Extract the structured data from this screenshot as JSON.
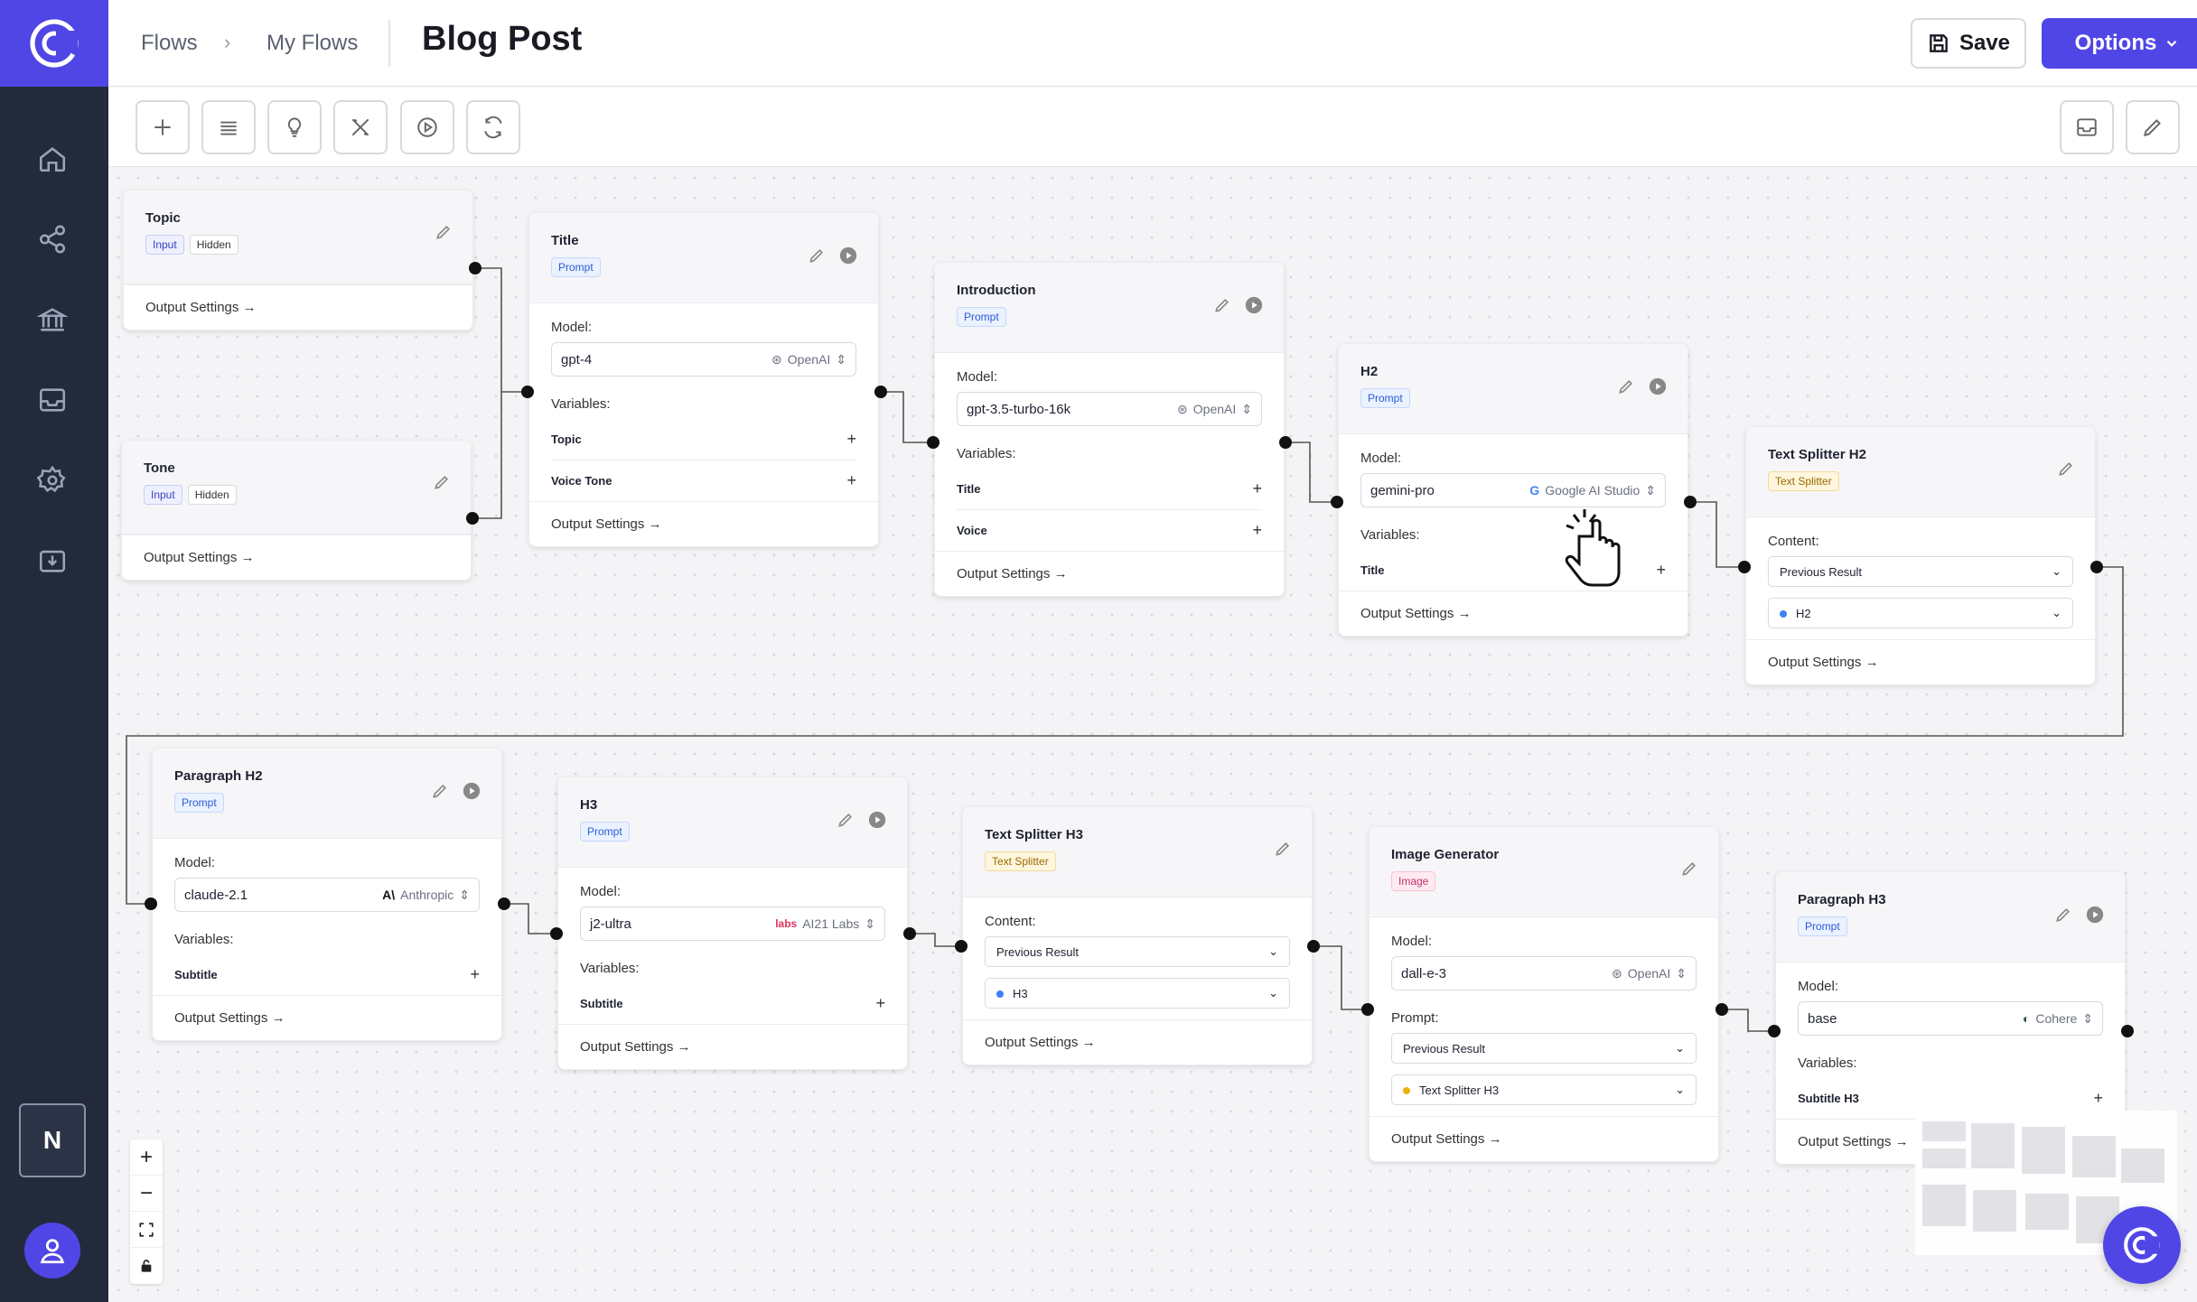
{
  "header": {
    "breadcrumb": [
      "Flows",
      "My Flows"
    ],
    "title": "Blog Post",
    "save_label": "Save",
    "options_label": "Options"
  },
  "sidebar": {
    "items": [
      "home-icon",
      "share-icon",
      "library-icon",
      "inbox-icon",
      "settings-icon",
      "import-icon"
    ],
    "workspace_initial": "N"
  },
  "toolbar": {
    "buttons": [
      "add-icon",
      "list-icon",
      "lightbulb-icon",
      "tools-icon",
      "run-icon",
      "refresh-icon"
    ],
    "right_buttons": [
      "inbox-icon",
      "pencil-icon"
    ]
  },
  "nodes": {
    "topic": {
      "title": "Topic",
      "tags": [
        "Input",
        "Hidden"
      ],
      "output": "Output Settings →"
    },
    "tone": {
      "title": "Tone",
      "tags": [
        "Input",
        "Hidden"
      ],
      "output": "Output Settings →"
    },
    "title_node": {
      "title": "Title",
      "tag": "Prompt",
      "model_label": "Model:",
      "model": "gpt-4",
      "provider": "OpenAI",
      "vars_label": "Variables:",
      "vars": [
        "Topic",
        "Voice Tone"
      ],
      "output": "Output Settings →"
    },
    "intro": {
      "title": "Introduction",
      "tag": "Prompt",
      "model_label": "Model:",
      "model": "gpt-3.5-turbo-16k",
      "provider": "OpenAI",
      "vars_label": "Variables:",
      "vars": [
        "Title",
        "Voice"
      ],
      "output": "Output Settings →"
    },
    "h2": {
      "title": "H2",
      "tag": "Prompt",
      "model_label": "Model:",
      "model": "gemini-pro",
      "provider": "Google AI Studio",
      "vars_label": "Variables:",
      "vars": [
        "Title"
      ],
      "output": "Output Settings →"
    },
    "splitter_h2": {
      "title": "Text Splitter H2",
      "tag": "Text Splitter",
      "content_label": "Content:",
      "dd1": "Previous Result",
      "dd2": "H2",
      "output": "Output Settings →"
    },
    "para_h2": {
      "title": "Paragraph H2",
      "tag": "Prompt",
      "model_label": "Model:",
      "model": "claude-2.1",
      "provider": "Anthropic",
      "vars_label": "Variables:",
      "vars": [
        "Subtitle"
      ],
      "output": "Output Settings →"
    },
    "h3": {
      "title": "H3",
      "tag": "Prompt",
      "model_label": "Model:",
      "model": "j2-ultra",
      "provider_logo": "labs",
      "provider": "AI21 Labs",
      "vars_label": "Variables:",
      "vars": [
        "Subtitle"
      ],
      "output": "Output Settings →"
    },
    "splitter_h3": {
      "title": "Text Splitter H3",
      "tag": "Text Splitter",
      "content_label": "Content:",
      "dd1": "Previous Result",
      "dd2": "H3",
      "output": "Output Settings →"
    },
    "image_gen": {
      "title": "Image Generator",
      "tag": "Image",
      "model_label": "Model:",
      "model": "dall-e-3",
      "provider": "OpenAI",
      "prompt_label": "Prompt:",
      "dd1": "Previous Result",
      "dd2": "Text Splitter H3",
      "output": "Output Settings →"
    },
    "para_h3": {
      "title": "Paragraph H3",
      "tag": "Prompt",
      "model_label": "Model:",
      "model": "base",
      "provider": "Cohere",
      "vars_label": "Variables:",
      "vars": [
        "Subtitle H3"
      ],
      "output": "Output Settings →"
    }
  },
  "colors": {
    "accent": "#5046e5",
    "sidebar": "#232a3b",
    "dot_blue": "#3b82f6",
    "dot_yellow": "#eab308"
  }
}
